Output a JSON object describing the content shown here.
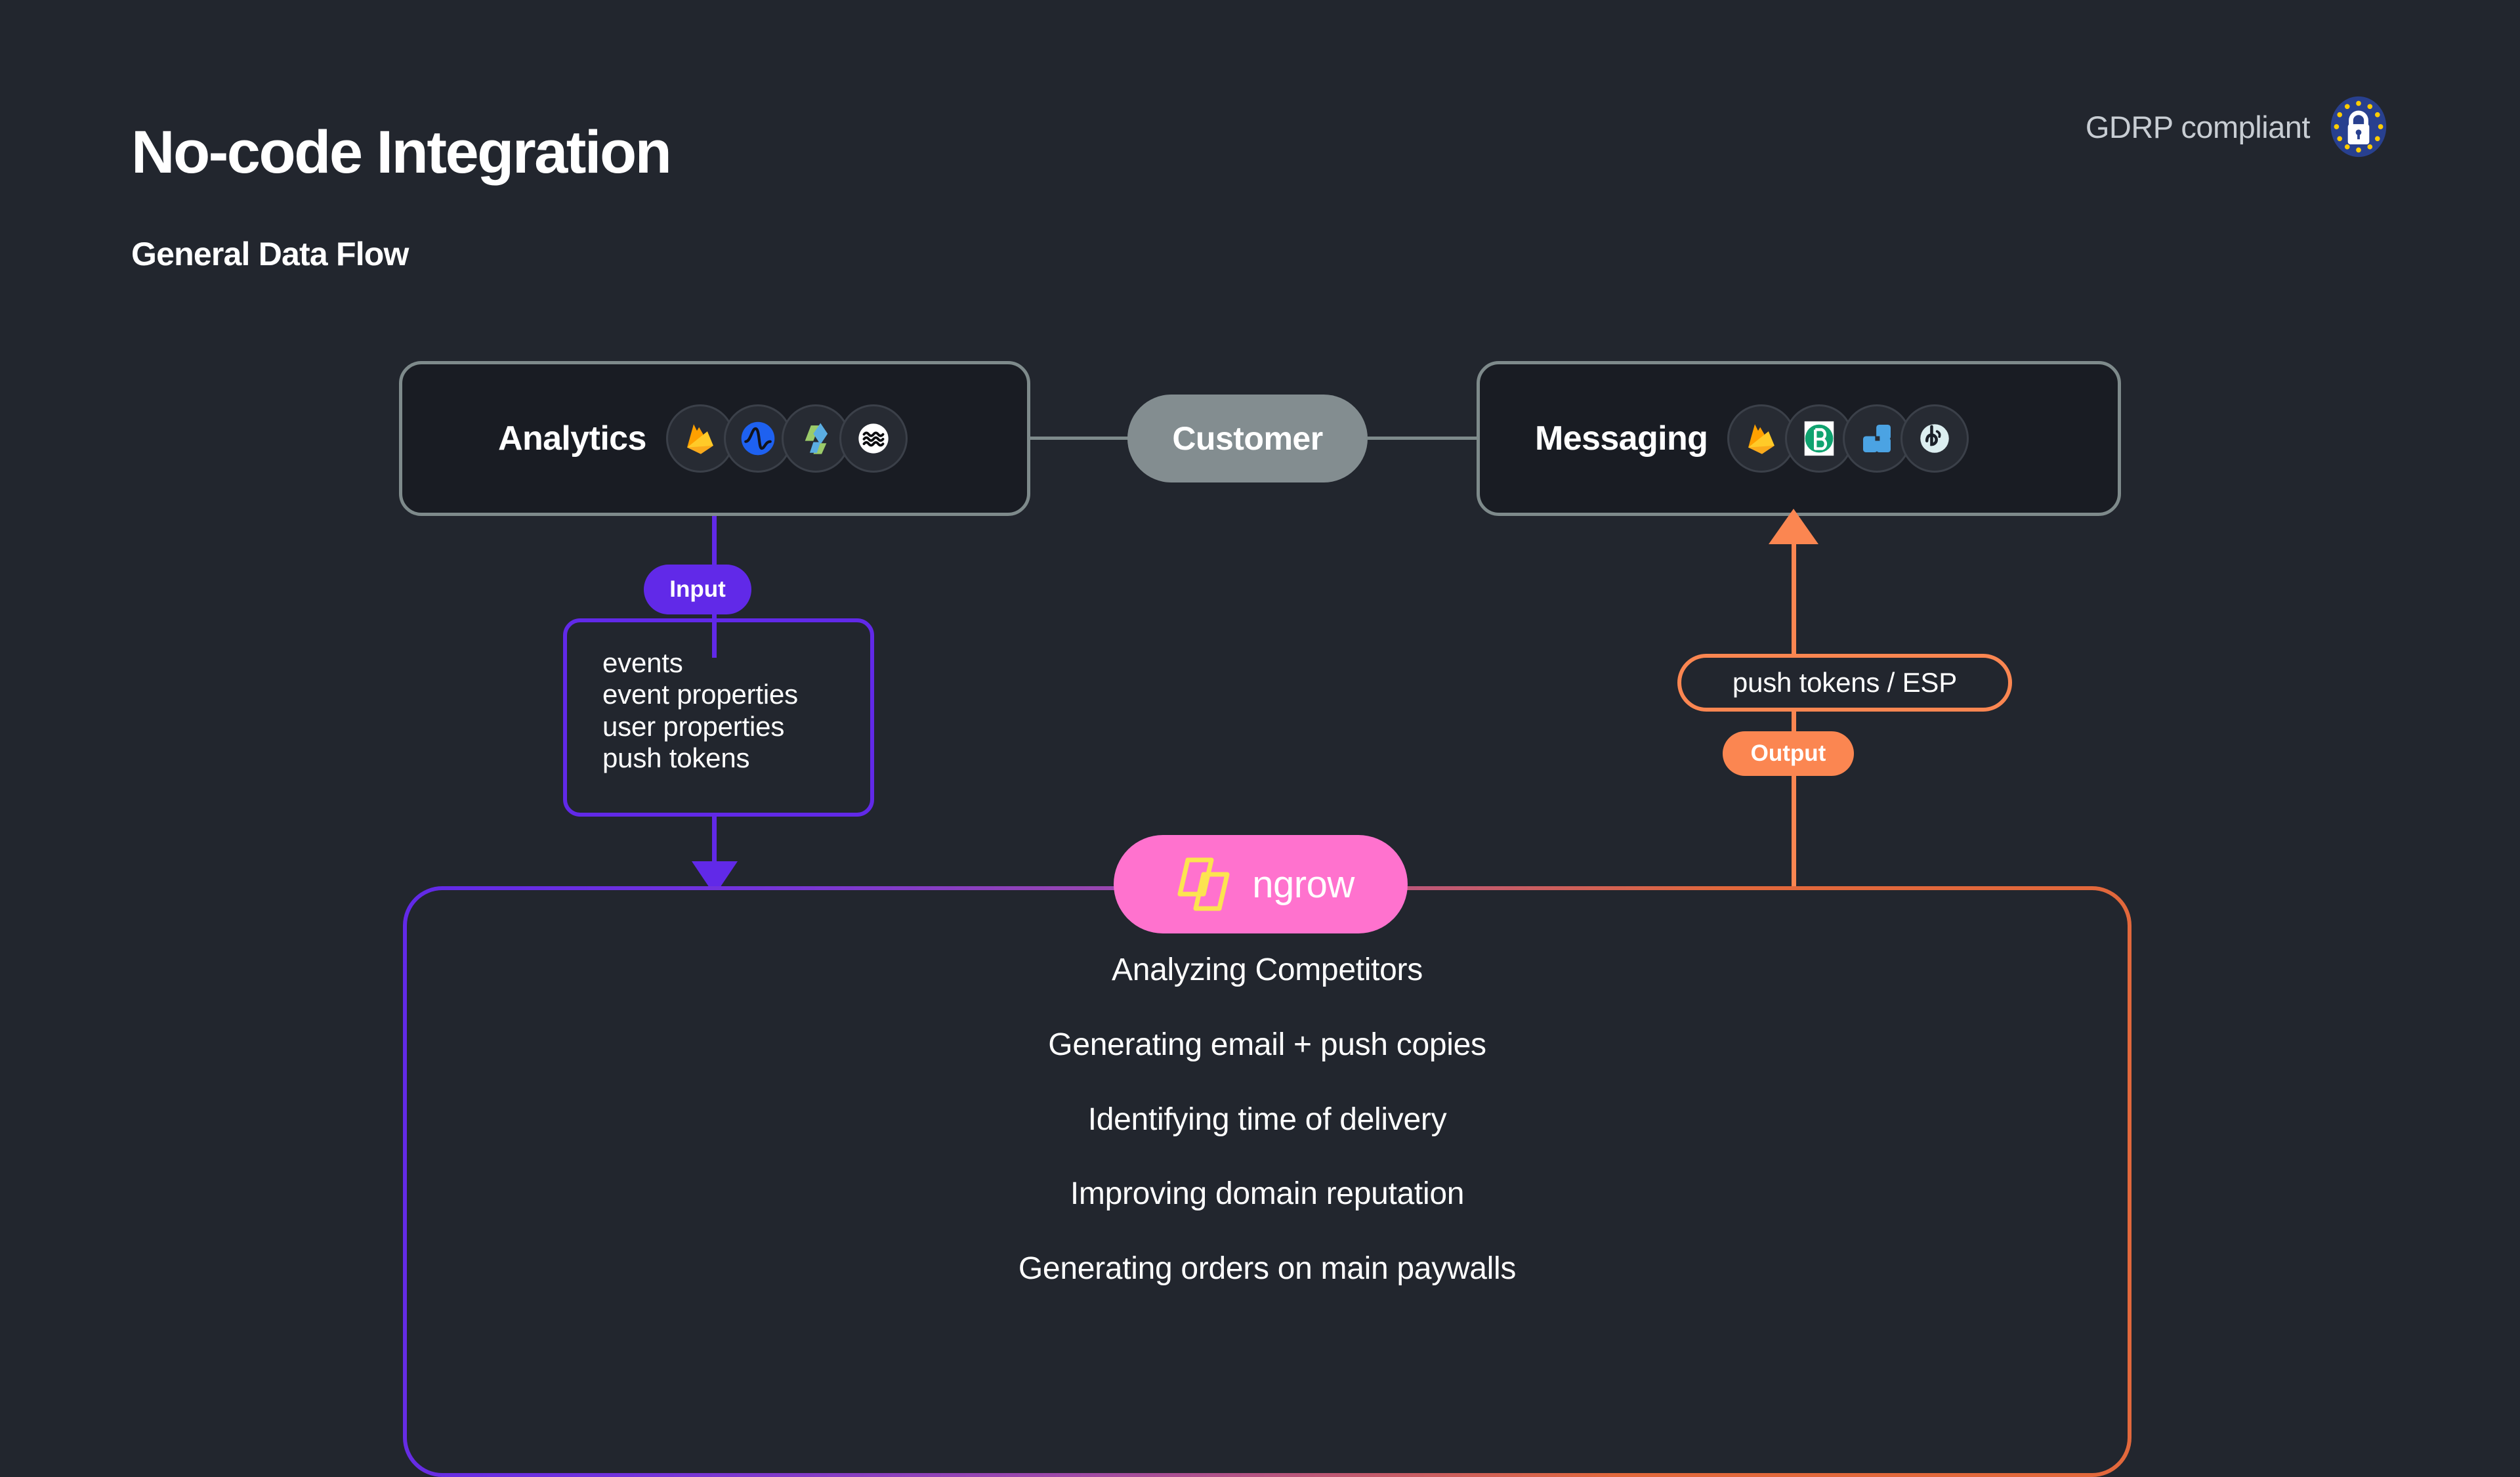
{
  "header": {
    "title": "No-code Integration",
    "subtitle": "General Data Flow",
    "compliance_label": "GDRP compliant",
    "compliance_icon": "eu-gdpr-lock-badge"
  },
  "colors": {
    "background": "#22262E",
    "box_fill": "#191C23",
    "box_border": "#7E8A8B",
    "input_purple": "#6129E8",
    "output_orange": "#FB8651",
    "ngrow_pink": "#FF72CE",
    "ngrow_logo_yellow": "#FCE44F",
    "customer_gray": "#838D90",
    "text_primary": "#FFFFFF",
    "text_muted": "#C8CDD3"
  },
  "flow": {
    "analytics": {
      "label": "Analytics",
      "icons": [
        {
          "name": "firebase-icon",
          "brand": "Firebase"
        },
        {
          "name": "amplitude-icon",
          "brand": "Amplitude"
        },
        {
          "name": "appsflyer-icon",
          "brand": "AppsFlyer"
        },
        {
          "name": "mixpanel-icon",
          "brand": "Mixpanel"
        }
      ]
    },
    "customer": {
      "label": "Customer"
    },
    "messaging": {
      "label": "Messaging",
      "icons": [
        {
          "name": "firebase-icon",
          "brand": "Firebase"
        },
        {
          "name": "braze-icon",
          "brand": "Braze"
        },
        {
          "name": "pushwoosh-icon",
          "brand": "Pushwoosh"
        },
        {
          "name": "brevo-icon",
          "brand": "Brevo"
        }
      ]
    },
    "input": {
      "badge_label": "Input",
      "items": [
        "events",
        "event properties",
        "user properties",
        "push tokens"
      ]
    },
    "output": {
      "badge_label": "Output",
      "pill_label": "push tokens / ESP"
    }
  },
  "product": {
    "name": "ngrow",
    "logo_icon": "ngrow-logo-icon",
    "features": [
      "Analyzing Competitors",
      "Generating email + push copies",
      "Identifying time of delivery",
      "Improving domain reputation",
      "Generating orders on main paywalls"
    ]
  }
}
